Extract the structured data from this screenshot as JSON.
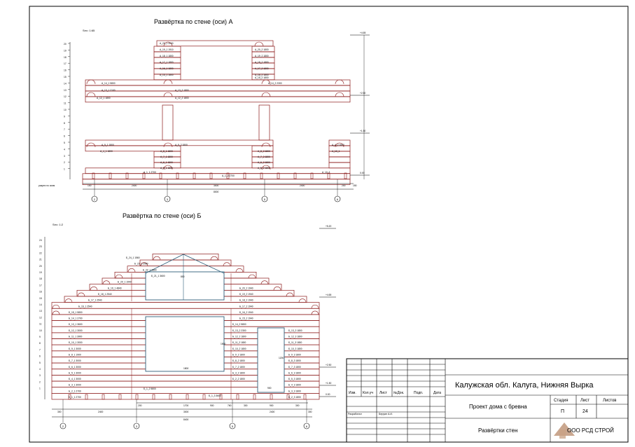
{
  "drawing_a": {
    "title": "Развёртка по стене (оси) А",
    "scale": "Sm= 1:65",
    "left_note": "разрез по осям",
    "levels": [
      "+4.65",
      "+2.50",
      "+1.50",
      "0.00"
    ],
    "row_numbers": [
      "20",
      "19",
      "18",
      "17",
      "16",
      "15",
      "14",
      "13",
      "12",
      "11",
      "10",
      "9",
      "8",
      "7",
      "6",
      "5",
      "4",
      "3",
      "2",
      "1"
    ],
    "axes": [
      "2",
      "3",
      "5",
      "6"
    ],
    "dims_top": [
      "100",
      "2400",
      "3000",
      "2400",
      "200",
      "150"
    ],
    "dim_total": "8000",
    "log_labels": [
      "А_20_1 3000",
      "А_19_1 1910",
      "А_18_1 1800",
      "А_17_1 1800",
      "А_16_1 1800",
      "А_15_1 1800",
      "А_20_2 1800",
      "А_19_2 1800",
      "А_18_2 1800",
      "А_17_2 1800",
      "А_16_2 1800",
      "А_15_2 1800",
      "А_14_1 5800",
      "А_13_1 2100",
      "А_12_1 1800",
      "А_14_2 2300",
      "А_13_2 1800",
      "А_12_2 1800",
      "А_9_1 1800",
      "А_8_1 1800",
      "А_7_1 1800",
      "А_6_1 1800",
      "А_5_1 1800",
      "А_4_1 1800",
      "А_9_2 1800",
      "А_8_2 1800",
      "А_7_2 1800",
      "А_6_2 1800",
      "А_5_2 1800",
      "А_4_2 1800",
      "А_1_1 2700",
      "А_1_2 2700",
      "А_10_1",
      "А_10_2"
    ]
  },
  "drawing_b": {
    "title": "Развёртка по стене (оси) Б",
    "scale": "Sm= 1:2",
    "levels": [
      "+5.20",
      "+4.65",
      "+2.50",
      "+1.50",
      "0.00"
    ],
    "row_numbers": [
      "24",
      "23",
      "22",
      "21",
      "20",
      "19",
      "18",
      "17",
      "16",
      "15",
      "14",
      "13",
      "12",
      "11",
      "10",
      "9",
      "8",
      "7",
      "6",
      "5",
      "4",
      "3",
      "2",
      "1"
    ],
    "axes": [
      "2",
      "3",
      "5",
      "6"
    ],
    "dims_top": [
      "200",
      "1700",
      "900",
      "760",
      "300",
      "900",
      "300"
    ],
    "dims_bottom": [
      "300",
      "2400",
      "3000",
      "2400",
      "300"
    ],
    "dim_total": "8400",
    "window_dims": [
      "1800",
      "800",
      "1500",
      "1200",
      "900"
    ],
    "log_labels": [
      "Б_24_1 1560",
      "Б_23_1 2080",
      "Б_22_1 2800",
      "Б_21_1 3600",
      "Б_20_1 1940",
      "Б_19_1 4840",
      "Б_18_1 2540",
      "Б_17_1 2540",
      "Б_16_1 2540",
      "Б_15_1 5800",
      "Б_14_1 2700",
      "Б_13_1 3600",
      "Б_12_1 3000",
      "Б_11_1 3000",
      "Б_10_1 3000",
      "Б_9_1 3000",
      "Б_8_1 1900",
      "Б_7_1 3000",
      "Б_6_1 3000",
      "Б_5_1 3000",
      "Б_4_1 3000",
      "Б_3_1 3000",
      "Б_2_1 2700",
      "Б_1_1 2700",
      "Б_20_2 1940",
      "Б_19_2 1940",
      "Б_18_2 1940",
      "Б_17_2 1940",
      "Б_16_2 1940",
      "Б_15_2 1940",
      "Б_14_2 5800",
      "Б_13_2 2300",
      "Б_12_2 1800",
      "Б_11_2 1800",
      "Б_10_2 1800",
      "Б_9_2 1800",
      "Б_8_2 1800",
      "Б_7_2 1800",
      "Б_3_2 1800",
      "Б_2_2 1800",
      "Б_1_2 5800",
      "Б_1_3 3600",
      "Б_13_3 1800",
      "Б_12_3 1800",
      "Б_11_3 1800",
      "Б_10_3 1800",
      "Б_9_3 1800",
      "Б_8_3 1800",
      "Б_7_3 1800",
      "Б_6_3 1800",
      "Б_5_3 1800",
      "Б_4_3 1800",
      "Б_3_3 1800",
      "Б_2_3 1800"
    ]
  },
  "title_block": {
    "location": "Калужская обл. Калуга, Нижняя Вырка",
    "project": "Проект дома с бревна",
    "sheet_title": "Развёртки стен",
    "company": "ООО РСД СТРОЙ",
    "headers": [
      "Изм.",
      "Кол.уч",
      "Лист",
      "№Док.",
      "Подп.",
      "Дата"
    ],
    "stage_header": "Стадия",
    "sheet_header": "Лист",
    "sheets_header": "Листов",
    "stage_value": "П",
    "sheet_value": "24",
    "sheets_value": "",
    "developer_label": "Разработал",
    "developer_name": "Беруян А.И."
  },
  "colors": {
    "logs": "#8b1a1a",
    "frame": "#000000",
    "windows": "#2f5f7a"
  }
}
